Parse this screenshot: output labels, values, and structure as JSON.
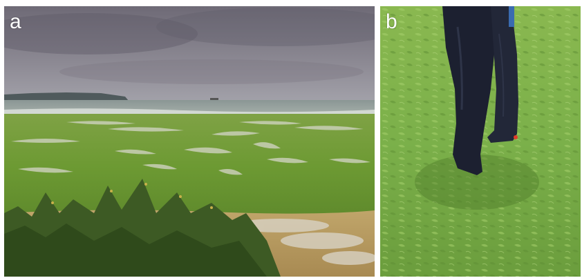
{
  "panels": [
    {
      "label": "a",
      "scene": "beach-algae-photo"
    },
    {
      "label": "b",
      "scene": "waders-on-algae-photo"
    }
  ],
  "colors": {
    "sky": "#7d7984",
    "sea": "#8f9a9a",
    "algae": "#6f9a3a",
    "sand": "#b79a5e",
    "waders": "#1c2030"
  }
}
